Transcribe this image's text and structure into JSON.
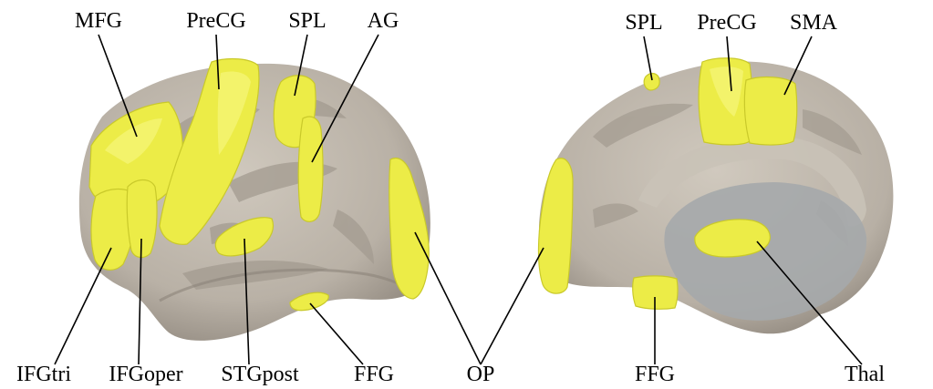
{
  "lateral_view": {
    "labels": {
      "mfg": "MFG",
      "precg": "PreCG",
      "spl": "SPL",
      "ag": "AG",
      "ifgtri": "IFGtri",
      "ifgoper": "IFGoper",
      "stgpost": "STGpost",
      "ffg": "FFG"
    }
  },
  "medial_view": {
    "labels": {
      "spl": "SPL",
      "precg": "PreCG",
      "sma": "SMA",
      "ffg": "FFG",
      "thal": "Thal"
    }
  },
  "shared_labels": {
    "op": "OP"
  },
  "colors": {
    "cortex": "#bdb5aa",
    "sulci": "#9e968c",
    "roi": "#ecec47",
    "ventricle": "#a4a8aa",
    "background": "#ffffff"
  }
}
